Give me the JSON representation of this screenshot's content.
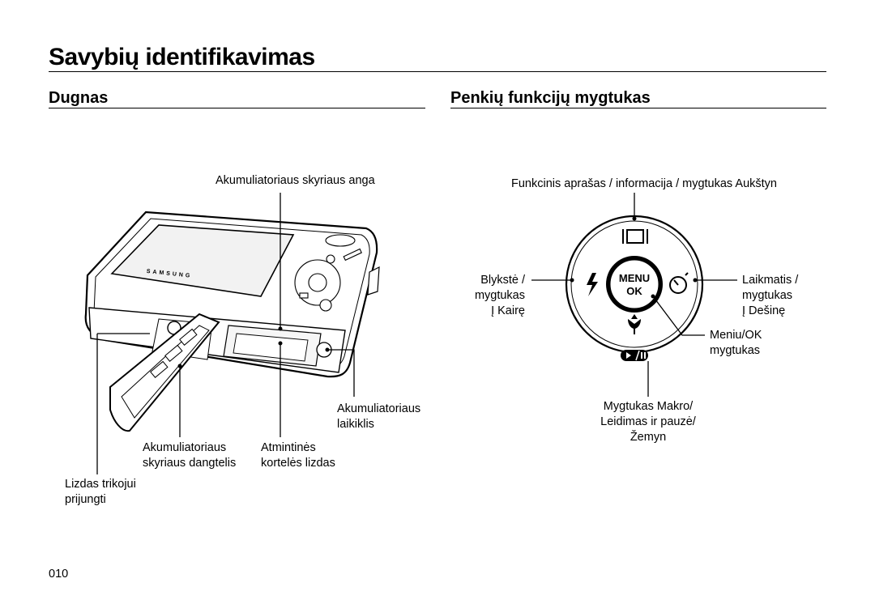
{
  "page": {
    "title": "Savybių identifikavimas",
    "page_number": "010"
  },
  "bottom_section": {
    "heading": "Dugnas",
    "camera_brand": "SAMSUNG",
    "labels": {
      "battery_opening": "Akumuliatoriaus skyriaus anga",
      "battery_holder_1": "Akumuliatoriaus",
      "battery_holder_2": "laikiklis",
      "battery_cover_1": "Akumuliatoriaus",
      "battery_cover_2": "skyriaus dangtelis",
      "memory_slot_1": "Atmintinės",
      "memory_slot_2": "kortelės lizdas",
      "tripod_1": "Lizdas trikojui",
      "tripod_2": "prijungti"
    }
  },
  "five_function_section": {
    "heading": "Penkių funkcijų mygtukas",
    "labels": {
      "up": "Funkcinis aprašas / informacija / mygtukas Aukštyn",
      "left_1": "Blykstė /",
      "left_2": "mygtukas",
      "left_3": "Į Kairę",
      "right_1": "Laikmatis /",
      "right_2": "mygtukas",
      "right_3": "Į Dešinę",
      "menu_1": "Meniu/OK",
      "menu_2": "mygtukas",
      "down_1": "Mygtukas Makro/",
      "down_2": "Leidimas ir pauzė/",
      "down_3": "Žemyn"
    },
    "button_text": {
      "menu": "MENU",
      "ok": "OK"
    },
    "icons": [
      "display-icon",
      "flash-icon",
      "self-timer-icon",
      "macro-icon",
      "play-pause-icon"
    ]
  }
}
